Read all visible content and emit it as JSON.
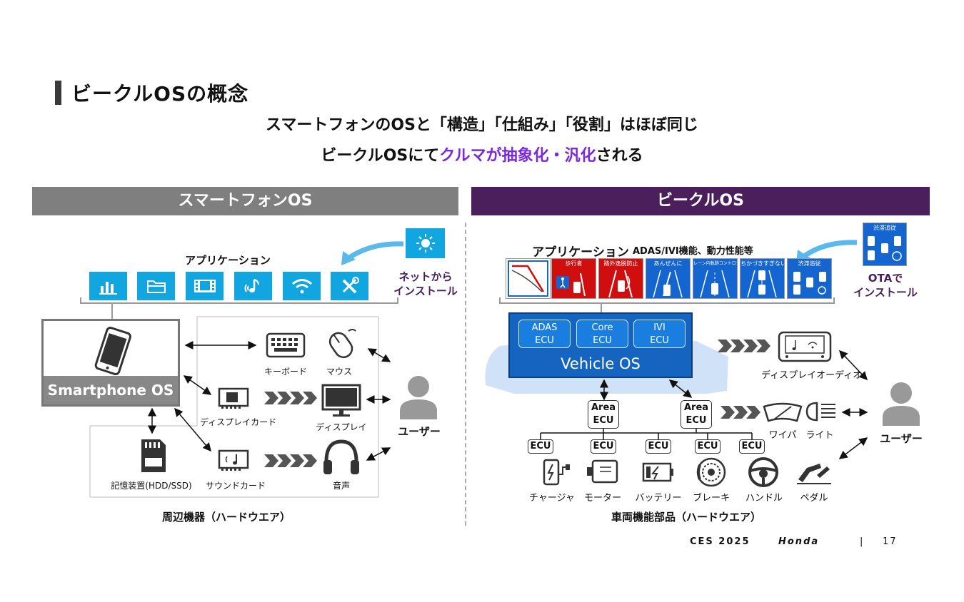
{
  "slide": {
    "title": "ビークルOSの概念",
    "subtitle_line1": "スマートフォンのOSと「構造」「仕組み」「役割」はほぼ同じ",
    "subtitle_line2_prefix": "ビークルOSにて",
    "subtitle_line2_accent": "クルマが抽象化・汎化",
    "subtitle_line2_suffix": "される"
  },
  "smartphone": {
    "header": "スマートフォンOS",
    "apps_label": "アプリケーション",
    "app_icons": [
      "chart-icon",
      "folder-icon",
      "film-icon",
      "music-icon",
      "wifi-icon",
      "tools-icon"
    ],
    "install_line1": "ネットから",
    "install_line2": "インストール",
    "os_label": "Smartphone OS",
    "devices": {
      "keyboard": "キーボード",
      "mouse": "マウス",
      "display_card": "ディスプレイカード",
      "display": "ディスプレイ",
      "storage": "記憶装置(HDD/SSD)",
      "sound_card": "サウンドカード",
      "audio": "音声"
    },
    "user_label": "ユーザー",
    "hardware_caption": "周辺機器（ハードウエア）"
  },
  "vehicle": {
    "header": "ビークルOS",
    "apps_label": "アプリケーション",
    "apps_sub": "ADAS/IVI機能、動力性能等",
    "app_tiles": [
      {
        "caption": "",
        "color": "white"
      },
      {
        "caption": "歩行者",
        "color": "red"
      },
      {
        "caption": "路外逸脱防止",
        "color": "red"
      },
      {
        "caption": "あんぜんに",
        "color": "blue"
      },
      {
        "caption": "レーン内軌跡コントロール",
        "color": "blue"
      },
      {
        "caption": "ちかづきすぎない",
        "color": "blue"
      },
      {
        "caption": "渋滞追従",
        "color": "blue"
      }
    ],
    "ota_tile_caption": "渋滞追従",
    "install_line1": "OTAで",
    "install_line2": "インストール",
    "ecus_inner": [
      {
        "line1": "ADAS",
        "line2": "ECU"
      },
      {
        "line1": "Core",
        "line2": "ECU"
      },
      {
        "line1": "IVI",
        "line2": "ECU"
      }
    ],
    "os_label": "Vehicle OS",
    "area_ecu": {
      "line1": "Area",
      "line2": "ECU"
    },
    "ecu_label": "ECU",
    "devices": {
      "display_audio": "ディスプレイオーディオ",
      "wiper": "ワイパ",
      "light": "ライト",
      "charger": "チャージャ",
      "motor": "モーター",
      "battery": "バッテリー",
      "brake": "ブレーキ",
      "steering": "ハンドル",
      "pedal": "ペダル"
    },
    "user_label": "ユーザー",
    "hardware_caption": "車両機能部品（ハードウエア）"
  },
  "footer": {
    "event": "CES 2025",
    "brand": "Honda",
    "separator": "|",
    "page": "17"
  },
  "colors": {
    "smartphone_header": "#7f7f7f",
    "vehicle_header": "#4a1f5c",
    "accent_purple": "#7a2ad9",
    "icon_blue": "#11a6e0",
    "os_blue": "#1565c0"
  }
}
